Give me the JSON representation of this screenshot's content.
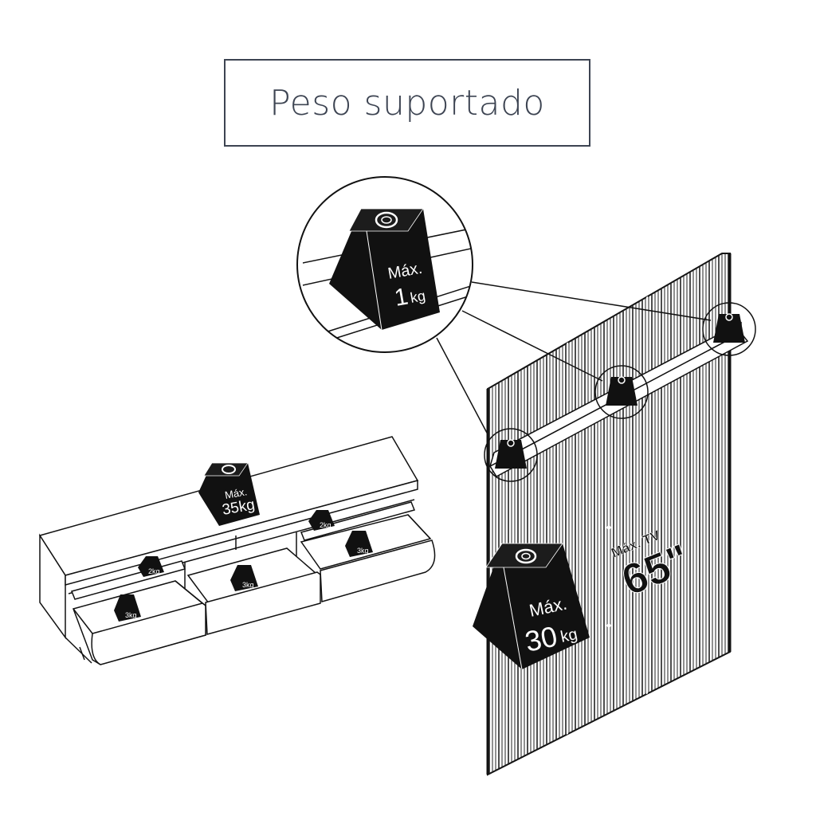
{
  "title": "Peso suportado",
  "colors": {
    "title": "#3d4452",
    "line": "#111111",
    "weight_fill": "#111111",
    "panel_slat": "#222222"
  },
  "labels": {
    "zoom_max": "Máx.",
    "zoom_value": "1",
    "zoom_unit": "kg",
    "top_max": "Máx.",
    "top_value": "35kg",
    "drawer_small": "2kg",
    "drawer_large": "3kg",
    "panel_max": "Máx.",
    "panel_value": "30",
    "panel_unit": "kg",
    "tv_prefix": "Máx. TV",
    "tv_size": "65\""
  },
  "icons": {
    "weight": "weight-icon",
    "magnifier": "zoom-circle"
  }
}
